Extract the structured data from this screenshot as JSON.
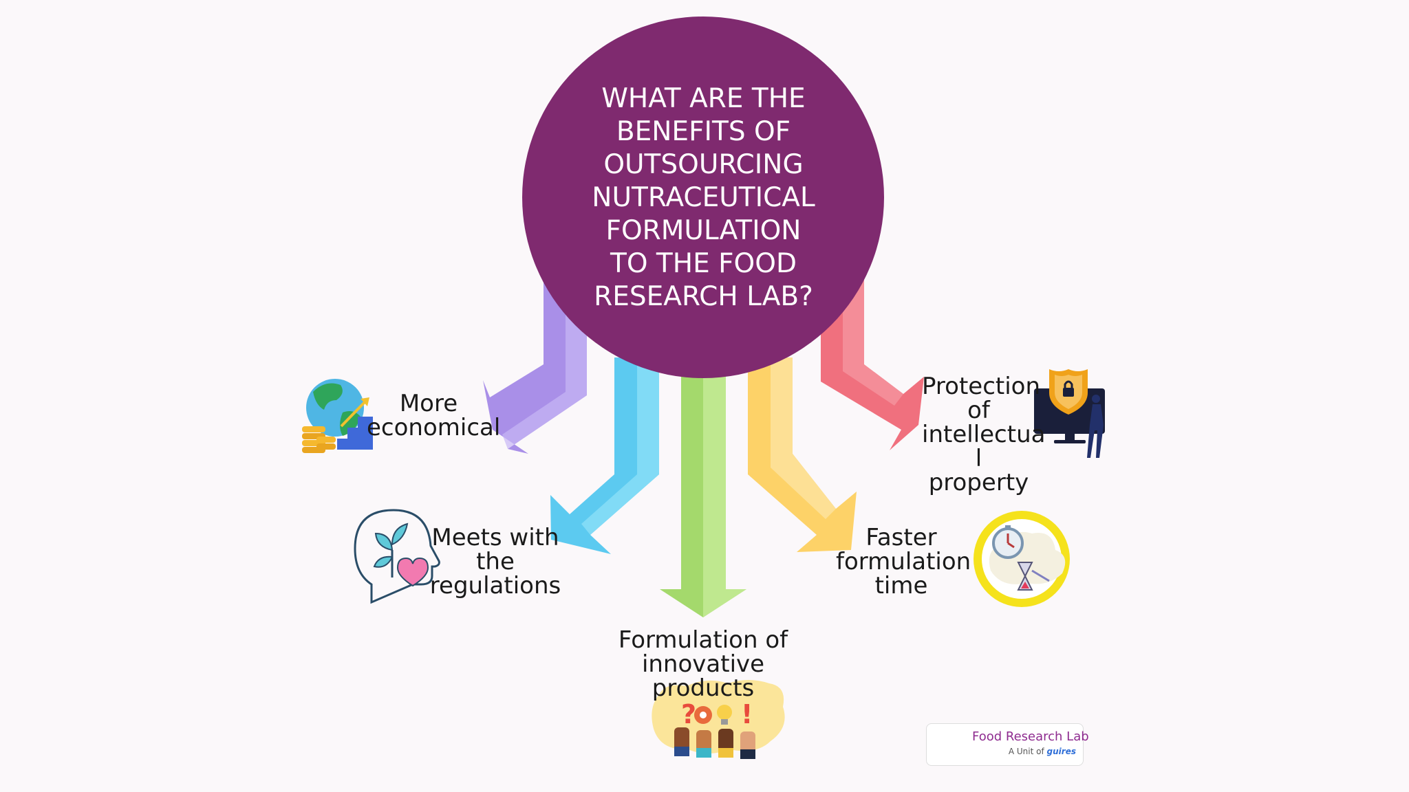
{
  "title_lines": [
    "WHAT ARE THE",
    "BENEFITS OF",
    "OUTSOURCING",
    "NUTRACEUTICAL",
    "FORMULATION",
    "TO THE FOOD",
    "RESEARCH LAB?"
  ],
  "benefits": {
    "economical": [
      "More",
      "economical"
    ],
    "regulations": [
      "Meets with",
      "the",
      "regulations"
    ],
    "innovative": [
      "Formulation of",
      "innovative",
      "products"
    ],
    "faster": [
      "Faster",
      "formulation",
      "time"
    ],
    "ip": [
      "Protection",
      "of",
      "intellectua",
      "l property"
    ]
  },
  "logo": {
    "name": "Food Research Lab",
    "tagline_prefix": "A Unit of",
    "tagline_brand": "guires"
  },
  "colors": {
    "circle": "#7f2a6f",
    "arrow_purple": "#a98fe8",
    "arrow_blue": "#5ccaf0",
    "arrow_green": "#a4d96c",
    "arrow_yellow": "#fdd268",
    "arrow_red": "#f0707e",
    "logo_brand": "#8e2b8f",
    "logo_accent": "#2f6fd8"
  },
  "icons": [
    "globe-coins-growth-icon",
    "mind-heart-plant-icon",
    "ideas-hands-icon",
    "stopwatch-hourglass-icon",
    "security-shield-monitor-icon",
    "food-research-lab-logo-icon"
  ]
}
